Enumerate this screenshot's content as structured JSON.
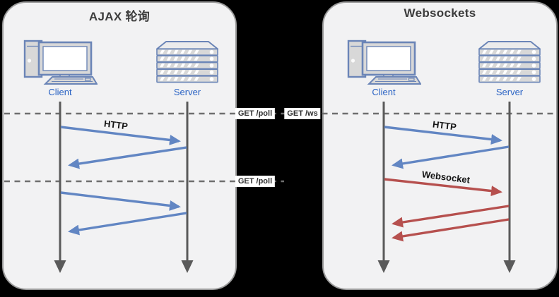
{
  "colors": {
    "background": "#000000",
    "panel_bg": "#f2f2f3",
    "panel_border": "#9b9b9b",
    "title": "#3c3c3c",
    "node_label": "#2a63c4",
    "lifeline": "#5a5a5a",
    "dashed": "#6f6f6f",
    "http_arrow": "#6286c3",
    "ws_arrow": "#b6504e",
    "msg_label": "#141414",
    "chip_bg": "#ffffff",
    "chip_text": "#2f2f2f",
    "icon_stroke": "#6b85b7",
    "icon_fill": "#d8d8d8",
    "icon_screen": "#ffffff"
  },
  "left_panel": {
    "title": "AJAX 轮询",
    "client_label": "Client",
    "server_label": "Server",
    "http_label": "HTTP"
  },
  "right_panel": {
    "title": "Websockets",
    "client_label": "Client",
    "server_label": "Server",
    "http_label": "HTTP",
    "websocket_label": "Websocket"
  },
  "gap_labels": {
    "first_poll": "GET /poll",
    "ws_request": "GET /ws",
    "second_poll": "GET /poll"
  }
}
